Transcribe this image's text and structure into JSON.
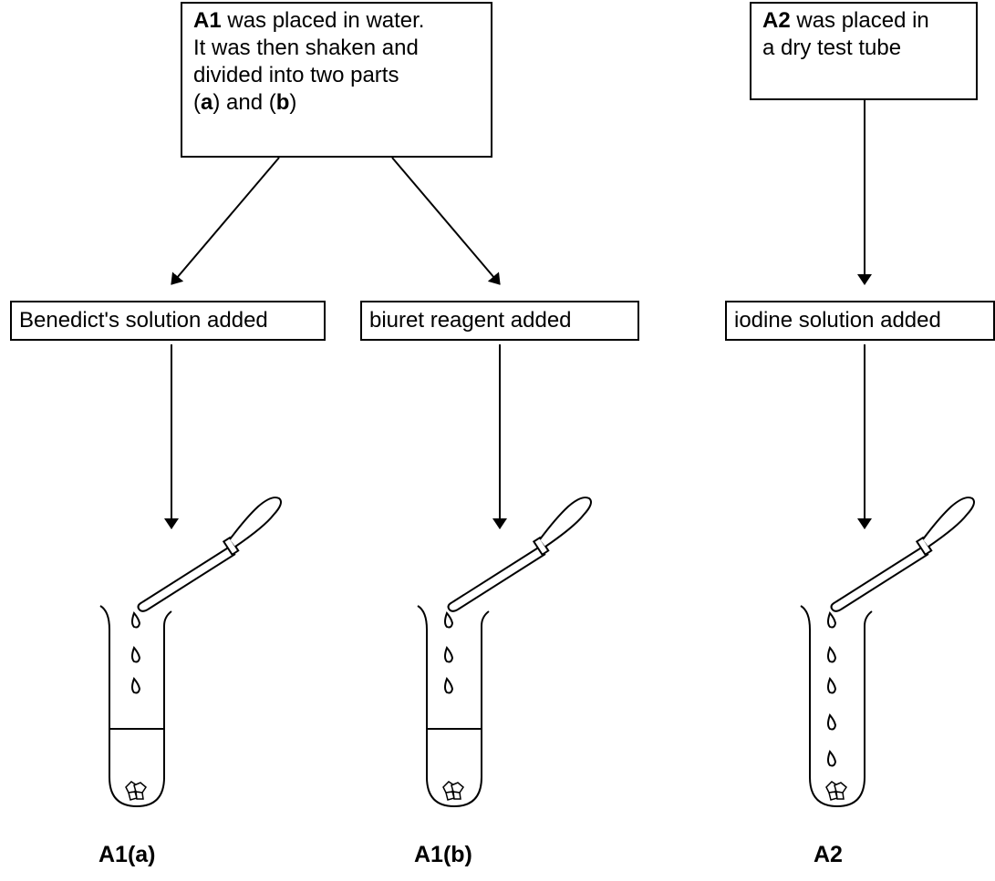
{
  "boxes": {
    "a1_intro": {
      "bold": "A1",
      "line1_rest": " was placed in water.",
      "line2": "It was then shaken and",
      "line3": "divided into two parts",
      "line4_open1": "(",
      "line4_a": "a",
      "line4_mid": ") and (",
      "line4_b": "b",
      "line4_close": ")"
    },
    "a2_intro": {
      "bold": "A2",
      "line1_rest": " was placed in",
      "line2": "a dry test tube"
    },
    "benedict": "Benedict's solution added",
    "biuret": "biuret reagent added",
    "iodine": "iodine solution added"
  },
  "tubes": [
    {
      "label": "A1(a)",
      "drops": 3,
      "has_liquid": true
    },
    {
      "label": "A1(b)",
      "drops": 3,
      "has_liquid": true
    },
    {
      "label": "A2",
      "drops": 5,
      "has_liquid": false
    }
  ]
}
